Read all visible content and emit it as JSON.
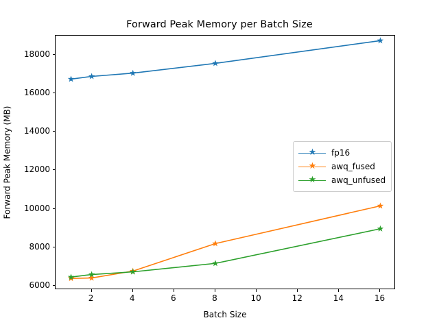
{
  "chart_data": {
    "type": "line",
    "title": "Forward Peak Memory per Batch Size",
    "xlabel": "Batch Size",
    "ylabel": "Forward Peak Memory (MB)",
    "x": [
      1,
      2,
      4,
      8,
      16
    ],
    "xlim": [
      0.25,
      16.75
    ],
    "ylim": [
      5780,
      19000
    ],
    "xticks": [
      2,
      4,
      6,
      8,
      10,
      12,
      14,
      16
    ],
    "xtick_labels": [
      "2",
      "4",
      "6",
      "8",
      "10",
      "12",
      "14",
      "16"
    ],
    "yticks": [
      6000,
      8000,
      10000,
      12000,
      14000,
      16000,
      18000
    ],
    "ytick_labels": [
      "6000",
      "8000",
      "10000",
      "12000",
      "14000",
      "16000",
      "18000"
    ],
    "grid": false,
    "legend_position": "center right",
    "marker": "star",
    "series": [
      {
        "name": "fp16",
        "color": "#1f77b4",
        "values": [
          16740,
          16880,
          17050,
          17560,
          18740
        ]
      },
      {
        "name": "awq_fused",
        "color": "#ff7f0e",
        "values": [
          6380,
          6400,
          6760,
          8190,
          10150
        ]
      },
      {
        "name": "awq_unfused",
        "color": "#2ca02c",
        "values": [
          6450,
          6580,
          6720,
          7160,
          8960
        ]
      }
    ]
  }
}
